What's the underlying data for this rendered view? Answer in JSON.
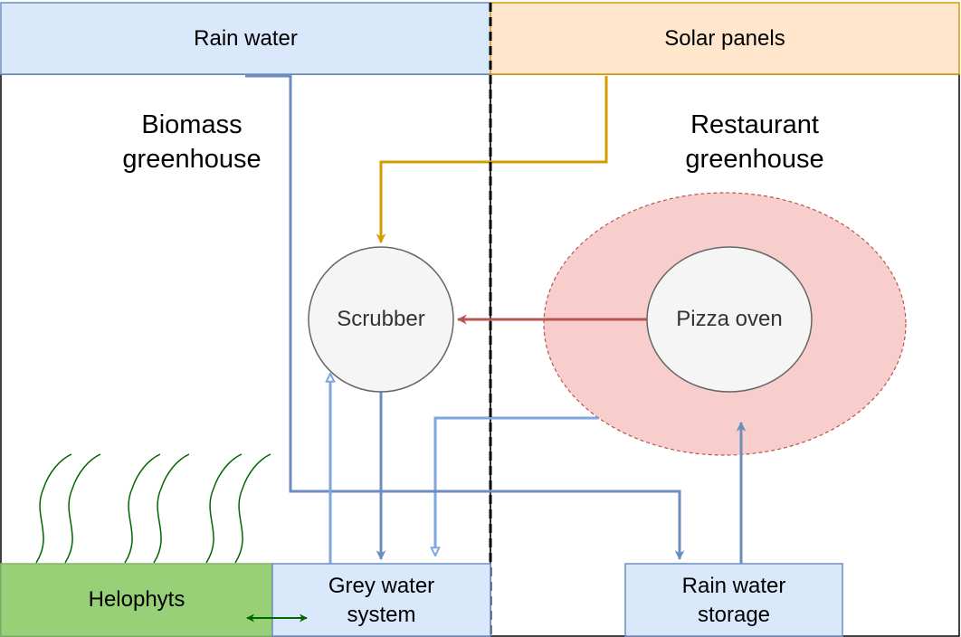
{
  "colors": {
    "rain_fill": "#dae8fc",
    "rain_stroke": "#6c8ebf",
    "solar_fill": "#ffe6cc",
    "solar_stroke": "#d79b00",
    "helophyts_fill": "#97d077",
    "helophyts_stroke": "#82b366",
    "oven_zone_fill": "#f8cecc",
    "oven_zone_stroke": "#b85450",
    "node_fill": "#f5f5f5",
    "node_stroke": "#666666",
    "plant_stroke": "#006600",
    "light_arrow": "#7ea6e0"
  },
  "header": {
    "rain_water": "Rain water",
    "solar_panels": "Solar panels"
  },
  "areas": {
    "biomass": [
      "Biomass",
      "greenhouse"
    ],
    "restaurant": [
      "Restaurant",
      "greenhouse"
    ]
  },
  "nodes": {
    "scrubber": "Scrubber",
    "pizza_oven": "Pizza oven"
  },
  "boxes": {
    "helophyts": "Helophyts",
    "grey_water": [
      "Grey water",
      "system"
    ],
    "rain_storage": [
      "Rain water",
      "storage"
    ]
  },
  "icons": {
    "plants": "helophyte-plants-icon"
  }
}
